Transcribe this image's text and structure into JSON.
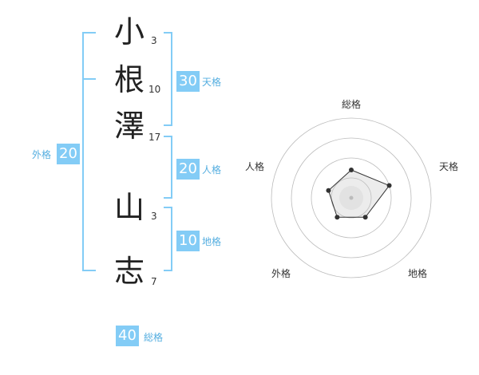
{
  "name": {
    "chars": [
      {
        "char": "小",
        "strokes": "3"
      },
      {
        "char": "根",
        "strokes": "10"
      },
      {
        "char": "澤",
        "strokes": "17"
      },
      {
        "char": "山",
        "strokes": "3"
      },
      {
        "char": "志",
        "strokes": "7"
      }
    ]
  },
  "fortune": {
    "tenkaku": {
      "value": "30",
      "label": "天格"
    },
    "jinkaku": {
      "value": "20",
      "label": "人格"
    },
    "chikaku": {
      "value": "10",
      "label": "地格"
    },
    "gaikaku": {
      "value": "20",
      "label": "外格"
    },
    "soukaku": {
      "value": "40",
      "label": "総格"
    }
  },
  "colors": {
    "accent": "#83ccf6",
    "bracket": "#83ccf6",
    "grid": "#bbbbbb"
  },
  "chart_data": {
    "type": "radar",
    "axes": [
      "総格",
      "天格",
      "地格",
      "外格",
      "人格"
    ],
    "values": [
      0.35,
      0.5,
      0.3,
      0.3,
      0.3
    ],
    "range": [
      0,
      1
    ],
    "rings": 4
  }
}
